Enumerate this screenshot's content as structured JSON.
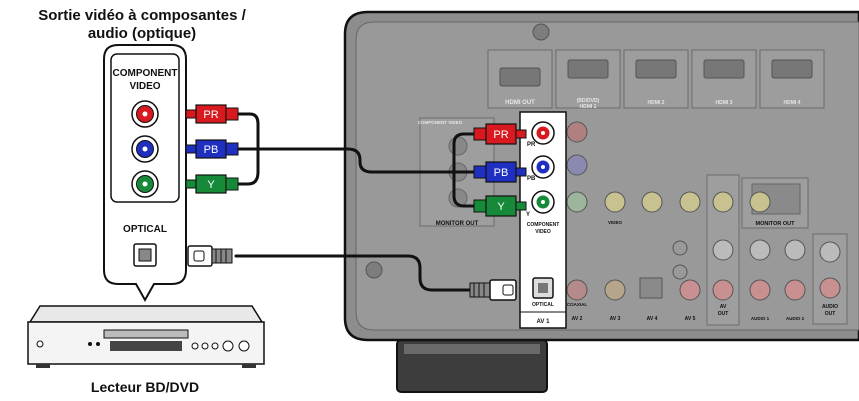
{
  "title_line1": "Sortie vidéo à composantes /",
  "title_line2": "audio (optique)",
  "bubble": {
    "component_line1": "COMPONENT",
    "component_line2": "VIDEO",
    "optical": "OPTICAL"
  },
  "player_label": "Lecteur BD/DVD",
  "plugs": {
    "pr": "PR",
    "pb": "PB",
    "y": "Y"
  },
  "receiver": {
    "hdmi_out": "HDMI OUT",
    "hdmi1_top": "(BD/DVD)",
    "hdmi1": "HDMI 1",
    "hdmi2": "HDMI 2",
    "hdmi3": "HDMI 3",
    "hdmi4": "HDMI 4",
    "component_video_small": "COMPONENT VIDEO",
    "monitor_out_left": "MONITOR OUT",
    "monitor_out_right": "MONITOR OUT",
    "jack_pr": "PR",
    "jack_pb": "PB",
    "jack_y": "Y",
    "component_line1": "COMPONENT",
    "component_line2": "VIDEO",
    "optical": "OPTICAL",
    "av1": "AV 1",
    "coaxial": "COAXIAL",
    "video": "VIDEO",
    "av_out_1": "AV",
    "av_out_2": "OUT",
    "audio_out_1": "AUDIO",
    "audio_out_2": "OUT",
    "av2": "AV 2",
    "av3": "AV 3",
    "av4": "AV 4",
    "av5": "AV 5",
    "audio1": "AUDIO 1",
    "audio2": "AUDIO 2"
  },
  "colors": {
    "red": "#d8191f",
    "blue": "#1f2fbf",
    "green": "#178a3a",
    "panel": "#8c8c8c",
    "panel_dark": "#5a5a5a"
  }
}
